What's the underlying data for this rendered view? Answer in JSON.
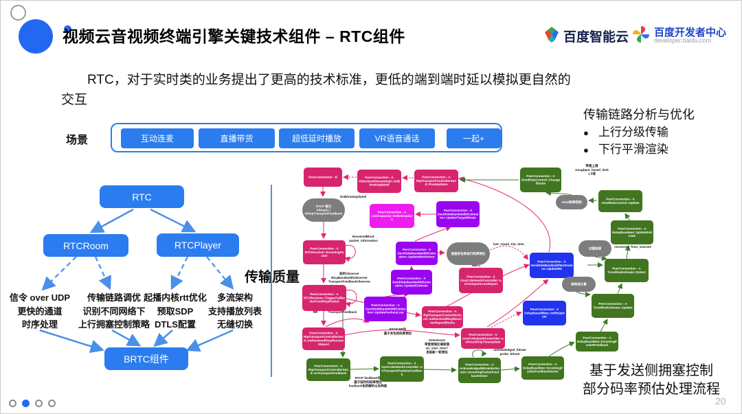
{
  "header": {
    "title": "视频云音视频终端引擎关键技术组件 – RTC组件",
    "logo_cloud_text": "百度智能云",
    "logo_dev_text": "百度开发者中心",
    "logo_dev_sub": "developer.baidu.com"
  },
  "intro": "RTC，对于实时类的业务提出了更高的技术标准，更低的端到端时延以模拟更自然的交互",
  "scenes": {
    "label": "场景",
    "buttons": [
      "互动连麦",
      "直播带货",
      "超低延时播放",
      "VR语音通话",
      "一起+"
    ]
  },
  "transport_panel": {
    "title": "传输链路分析与优化",
    "bullets": [
      "上行分级传输",
      "下行平滑渲染"
    ]
  },
  "tree": {
    "root": "RTC",
    "left_child": "RTCRoom",
    "right_child": "RTCPlayer",
    "leaves": [
      "信令 over UDP\n更快的通道\n时序处理",
      "传输链路调优\n识别不同网络下\n上行拥塞控制策略",
      "起播内核rtt优化\n预取SDP\nDTLS配置",
      "多流架构\n支持播放列表\n无缝切换"
    ],
    "bottom": "BRTC组件",
    "quality_label": "传输质量"
  },
  "flow": {
    "caption": "基于发送侧拥塞控制\n部分码率预估处理流程",
    "nodes": [
      {
        "t": "PeerConnection - B"
      },
      {
        "t": "PeerConnection - A\nVideoSendStreamImpl::OnBitrateUpdated"
      },
      {
        "t": "PeerConnection - A\nRtpTransportControllerSend::PostUpdates"
      },
      {
        "t": "PeerConnection - A\nAimdRateControl::ChangeBitrate"
      },
      {
        "t": "RTCP 报文\nkRtcpSr |\nkRtcpTransportFeedback"
      },
      {
        "t": "PeerConnection - A\nLinkCapacity::OnRateUpdate"
      },
      {
        "t": "PeerConnection - A\nSendSideBandwidthEstimation::UpdateTargetBitrate"
      },
      {
        "t": "Aimd码率控制"
      },
      {
        "t": "PeerConnection - A\nAimdRateControl::Update"
      },
      {
        "t": "PeerConnection - A\nRTCReceiver::IncomingPacket"
      },
      {
        "t": "PeerConnection - A\nSendSideBandwidthEstimation::UpdateMinHistory"
      },
      {
        "t": "根据丢包率进行码率预估"
      },
      {
        "t": "PeerConnection - A\nSendSideBandwidthEstimation::UpdateRtt"
      },
      {
        "t": "PeerConnection - A\nDelayBaseBwe::UpdateEstimate"
      },
      {
        "t": "过载检测"
      },
      {
        "t": "PeerConnection - A\nTrendlineEstimate::Detect"
      },
      {
        "t": "PeerConnection - A\nSendSideBandwidthEstimation::UpdateEstimate"
      },
      {
        "t": "PeerConnection - A\nGooCcNetworkController::onTransportLossReport"
      },
      {
        "t": "趋势线计算"
      },
      {
        "t": "PeerConnection - A\nTrendlineEstimate::Update"
      },
      {
        "t": "PeerConnection - A\nRTCReceiver::TriggerCallbacksFromRtcpPacket"
      },
      {
        "t": "PeerConnection - A\nSendSideBandwidthEstimation::UpdatePacketsLost"
      },
      {
        "t": "PeerConnection - A\nRtpTransportControllerSend::onReceivedRtcpReceiverReportBlocks"
      },
      {
        "t": "PeerConnection - A\nDelayBasedBwe::onRttUpdate"
      },
      {
        "t": "PeerConnection - A\nRtpTransportControllerSend::onReceivedRtcpReceiverReport"
      },
      {
        "t": "PeerConnection - A\nGooCcNetworkController::onRoundTripTimeUpdate"
      },
      {
        "t": "PeerConnection - A\nDelayBaseBwe::IncomingPacketFeedback"
      },
      {
        "t": "PeerConnection - A\nRtpTransportControllerSend::onTransportFeedback"
      },
      {
        "t": "PeerConnection - A\nGooCcNetworkController::onTransportPacketsFeedback"
      },
      {
        "t": "PeerConnection - A\nAcknowledgedBitrateEstimator::IncomingPacketFeedbackVector"
      },
      {
        "t": "PeerConnection - A\nDelayBaseBwe::IncomingPacketFeedbackVector"
      }
    ],
    "labels": [
      {
        "t": "带宽上限\ntroughput_based_limit\n1.5倍"
      },
      {
        "t": "OnBitrateUpdated"
      },
      {
        "t": "ReceivedBlock\npacket_information"
      },
      {
        "t": "last_round_trip_time_"
      },
      {
        "t": "recovered_from_overuse"
      },
      {
        "t": "监听Observer\nRtcpBandwidthObserver\nTransportFeedbackObserver"
      },
      {
        "t": "RR"
      },
      {
        "t": "TransportFeedback"
      },
      {
        "t": "RTCP RR包\n基于丢包的码率预估"
      },
      {
        "t": "AirDetector\n带宽受限区域探测\nair_start_time?\n发起新一轮预估"
      },
      {
        "t": "acknowledged_bitrate\nprobe_bitrate"
      },
      {
        "t": "RTCP feedback包\n基于延时的码率预估\nfeedback包的解析以及构造"
      }
    ]
  },
  "footer": {
    "page": "20"
  },
  "colors": {
    "accent": "#2b7cee",
    "crimson": "#d6256d",
    "magenta": "#ee1cee",
    "purple": "#9a05f0",
    "blue_node": "#2133ee",
    "green": "#41751f",
    "gray": "#7d7d7d"
  }
}
